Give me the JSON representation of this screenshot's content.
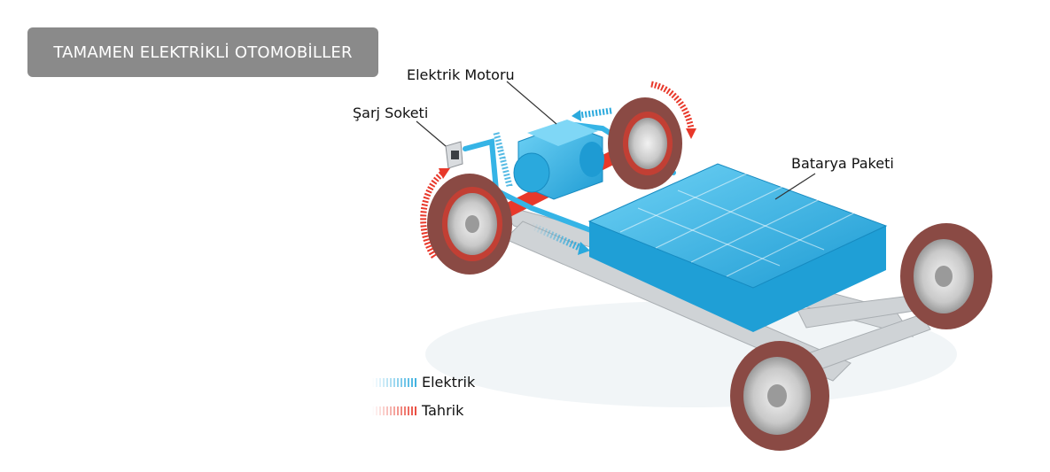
{
  "header": {
    "title": "TAMAMEN ELEKTRİKLİ OTOMOBİLLER"
  },
  "diagram": {
    "labels": {
      "motor": "Elektrik Motoru",
      "socket": "Şarj Soketi",
      "battery": "Batarya Paketi"
    },
    "legend": [
      {
        "label": "Elektrik",
        "color": "#2aa9dd"
      },
      {
        "label": "Tahrik",
        "color": "#e8382a"
      }
    ]
  },
  "colors": {
    "battery": "#35b4e6",
    "drive": "#e8382a",
    "tire": "#8a4a44",
    "badge": "#8a8a8a"
  }
}
